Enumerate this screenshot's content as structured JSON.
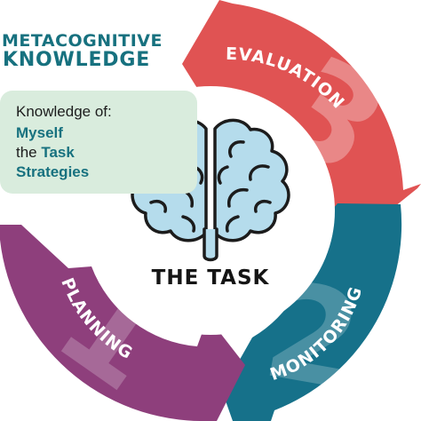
{
  "header": {
    "line1": "METACOGNITIVE",
    "line2": "KNOWLEDGE"
  },
  "knowledge": {
    "intro": "Knowledge of:",
    "item1": "Myself",
    "item2_prefix": "the ",
    "item2_bold": "Task",
    "item3": "Strategies"
  },
  "center": {
    "label": "THE TASK",
    "icon": "brain-icon"
  },
  "stages": [
    {
      "label": "EVALUATION",
      "number": "3",
      "color": "#e05353"
    },
    {
      "label": "MONITORING",
      "number": "2",
      "color": "#16718a"
    },
    {
      "label": "PLANNING",
      "number": "1",
      "color": "#8e3f7c"
    }
  ],
  "colors": {
    "accent": "#17717f",
    "brain_fill": "#b5dcec",
    "brain_stroke": "#1c1c1c",
    "box_bg": "#d9ecdd"
  }
}
